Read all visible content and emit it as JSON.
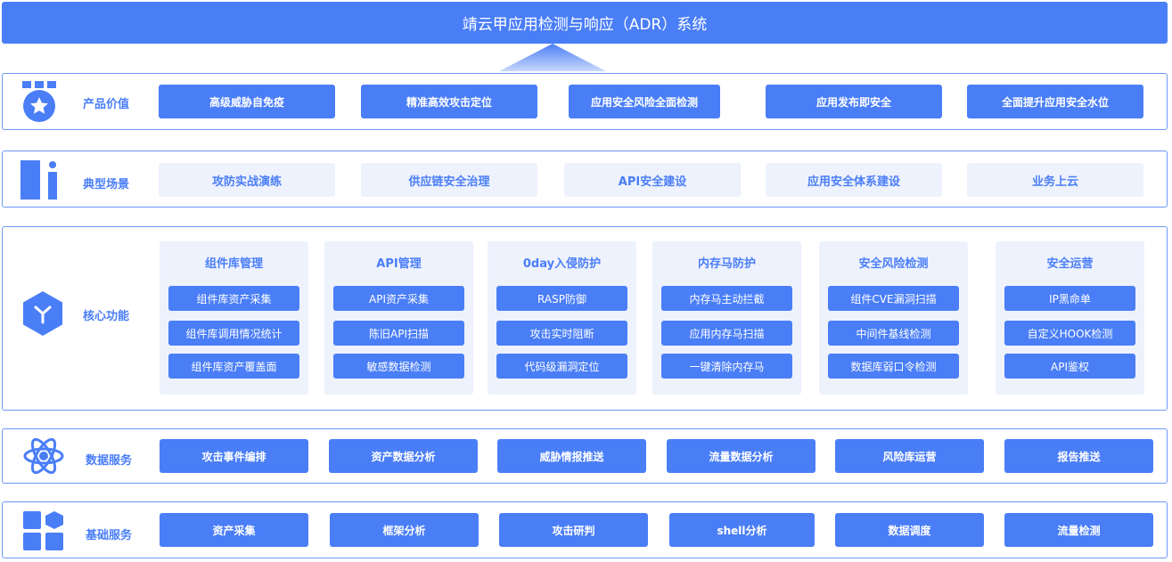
{
  "header": {
    "title": "靖云甲应用检测与响应（ADR）系统"
  },
  "value_row": {
    "label": "产品价值",
    "icon": "medal-star-icon",
    "items": [
      "高级威胁自免疫",
      "精准高效攻击定位",
      "应用安全风险全面检测",
      "应用发布即安全",
      "全面提升应用安全水位"
    ]
  },
  "scenario_row": {
    "label": "典型场景",
    "icon": "info-panel-icon",
    "items": [
      "攻防实战演练",
      "供应链安全治理",
      "API安全建设",
      "应用安全体系建设",
      "业务上云"
    ]
  },
  "core_row": {
    "label": "核心功能",
    "icon": "hexagon-y-icon",
    "columns": [
      {
        "title": "组件库管理",
        "items": [
          "组件库资产采集",
          "组件库调用情况统计",
          "组件库资产覆盖面"
        ]
      },
      {
        "title": "API管理",
        "items": [
          "API资产采集",
          "陈旧API扫描",
          "敏感数据检测"
        ]
      },
      {
        "title": "0day入侵防护",
        "items": [
          "RASP防御",
          "攻击实时阻断",
          "代码级漏洞定位"
        ]
      },
      {
        "title": "内存马防护",
        "items": [
          "内存马主动拦截",
          "应用内存马扫描",
          "一键清除内存马"
        ]
      },
      {
        "title": "安全风险检测",
        "items": [
          "组件CVE漏洞扫描",
          "中间件基线检测",
          "数据库弱口令检测"
        ]
      },
      {
        "title": "安全运营",
        "items": [
          "IP黑命单",
          "自定义HOOK检测",
          "API鉴权"
        ]
      }
    ]
  },
  "data_row": {
    "label": "数据服务",
    "icon": "atom-icon",
    "items": [
      "攻击事件编排",
      "资产数据分析",
      "威胁情报推送",
      "流量数据分析",
      "风险库运营",
      "报告推送"
    ]
  },
  "base_row": {
    "label": "基础服务",
    "icon": "blocks-icon",
    "items": [
      "资产采集",
      "框架分析",
      "攻击研判",
      "shell分析",
      "数据调度",
      "流量检测"
    ]
  }
}
